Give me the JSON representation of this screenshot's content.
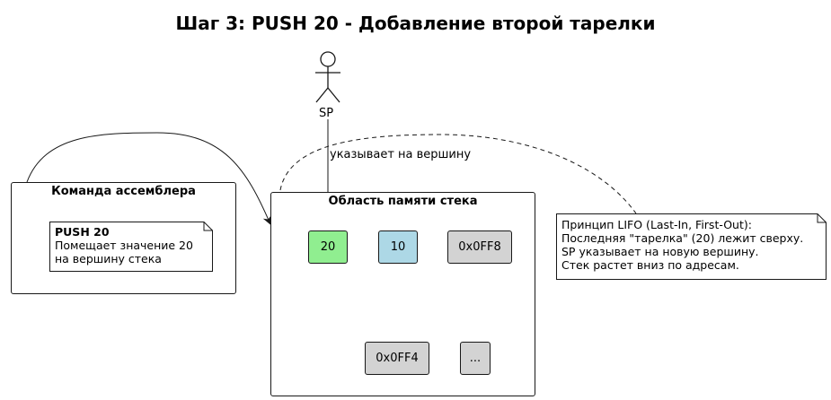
{
  "title": "Шаг 3: PUSH 20 - Добавление второй тарелки",
  "actor": {
    "label": "SP"
  },
  "edge_label": "указывает на вершину",
  "packages": {
    "asm": {
      "title": "Команда ассемблера"
    },
    "stack": {
      "title": "Область памяти стека"
    }
  },
  "asm_note": {
    "bold": "PUSH 20",
    "line1": "Помещает значение 20",
    "line2": "на вершину стека"
  },
  "cells": {
    "c20": {
      "text": "20",
      "color": "#90EE90"
    },
    "c10": {
      "text": "10",
      "color": "#ADD8E6"
    },
    "c0ff8": {
      "text": "0x0FF8",
      "color": "#D3D3D3"
    },
    "c0ff4": {
      "text": "0x0FF4",
      "color": "#D3D3D3"
    },
    "cdots": {
      "text": "...",
      "color": "#D3D3D3"
    }
  },
  "lifo_note": {
    "line1": "Принцип LIFO (Last-In, First-Out):",
    "line2": "Последняя \"тарелка\" (20) лежит сверху.",
    "line3": "SP указывает на новую вершину.",
    "line4": "Стек растет вниз по адресам."
  }
}
